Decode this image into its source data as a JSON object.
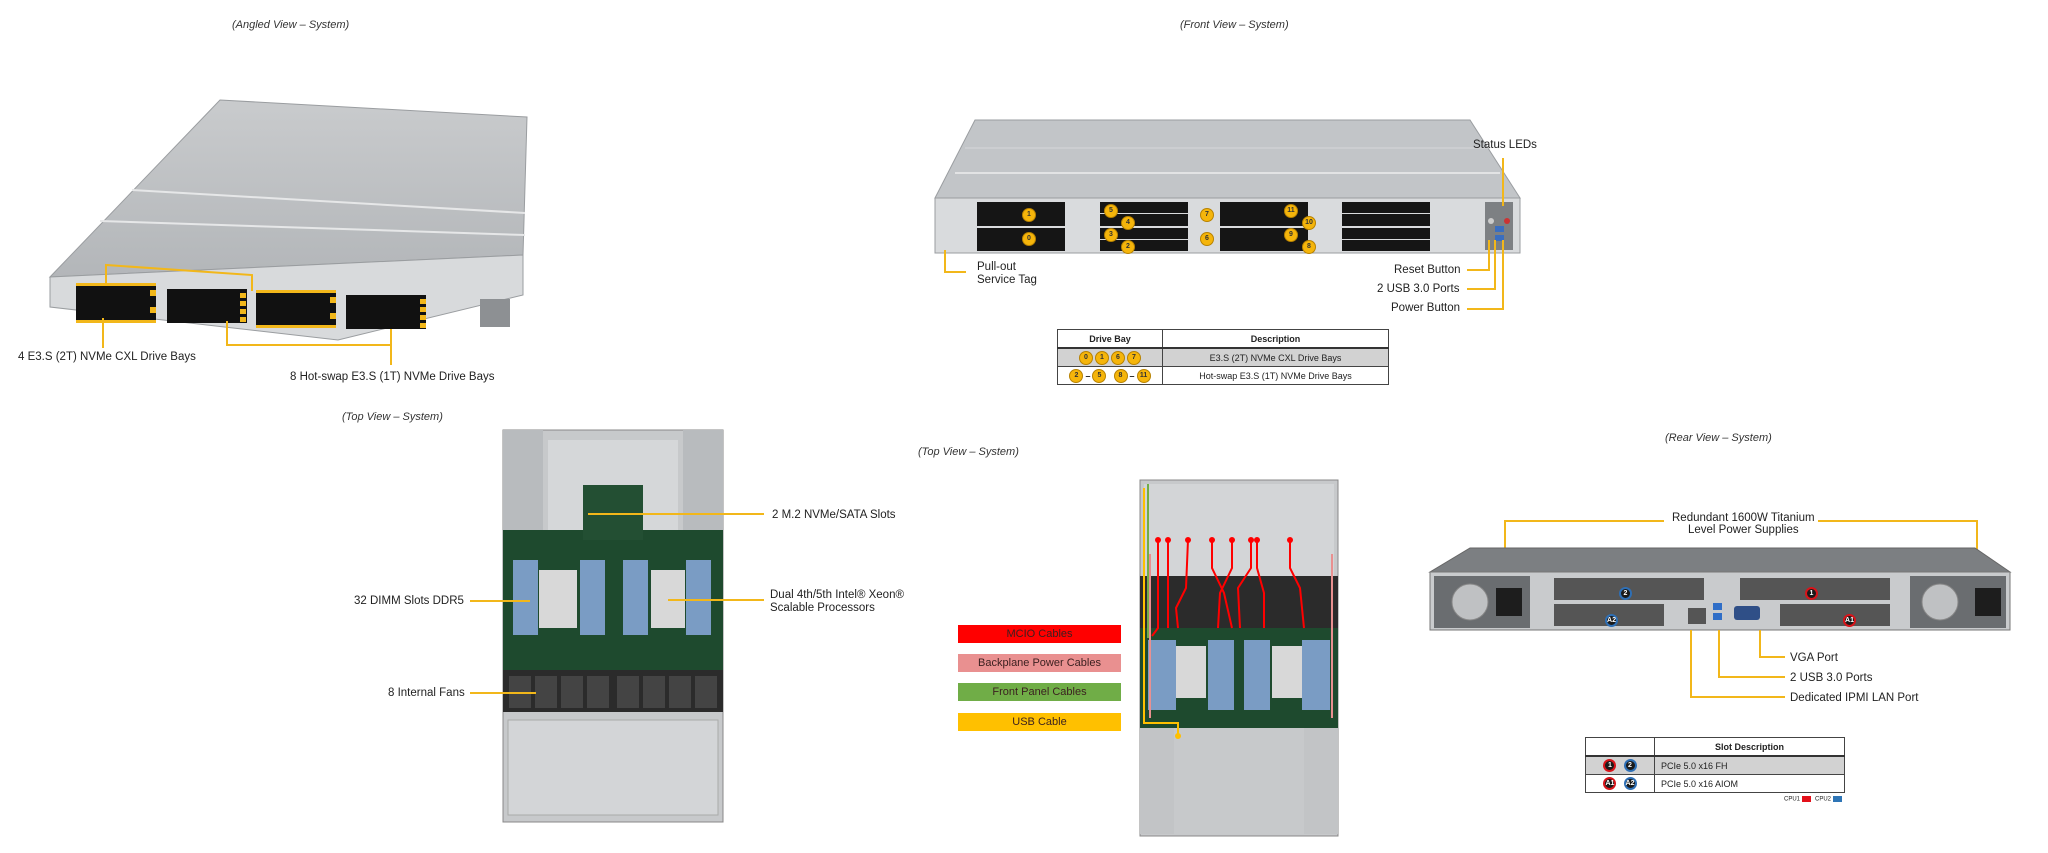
{
  "colors": {
    "leader": "#f2b71a",
    "mcio": "#ff0000",
    "backplane_power": "#e99090",
    "front_panel": "#70ad47",
    "usb": "#ffc000",
    "cpu1": "#e3101a",
    "cpu2": "#2e75b6",
    "drive_badge": "#f5b50b"
  },
  "angled_view": {
    "caption": "(Angled View – System)",
    "labels": {
      "cxl_bays": "4 E3.S (2T) NVMe CXL Drive Bays",
      "hotswap_bays": "8 Hot-swap E3.S (1T) NVMe Drive Bays"
    }
  },
  "front_view": {
    "caption": "(Front View – System)",
    "drive_numbers": [
      "1",
      "0",
      "5",
      "4",
      "3",
      "2",
      "7",
      "6",
      "11",
      "10",
      "9",
      "8"
    ],
    "labels": {
      "status_leds": "Status LEDs",
      "service_tag_line1": "Pull-out",
      "service_tag_line2": "Service Tag",
      "reset_button": "Reset Button",
      "usb_ports": "2 USB 3.0 Ports",
      "power_button": "Power Button"
    },
    "table": {
      "headers": [
        "Drive Bay",
        "Description"
      ],
      "rows": [
        {
          "bays": [
            "0",
            "1",
            "6",
            "7"
          ],
          "description": "E3.S (2T) NVMe CXL Drive Bays"
        },
        {
          "bays": [
            "2",
            "–",
            "5",
            "8",
            "–",
            "11"
          ],
          "description": "Hot-swap E3.S (1T) NVMe Drive Bays"
        }
      ]
    }
  },
  "top_view_left": {
    "caption": "(Top View – System)",
    "labels": {
      "m2_slots": "2 M.2 NVMe/SATA Slots",
      "dimm_slots": "32 DIMM Slots DDR5",
      "processors_line1": "Dual 4th/5th Intel® Xeon®",
      "processors_line2": "Scalable Processors",
      "fans": "8 Internal Fans"
    }
  },
  "top_view_cables": {
    "caption": "(Top View – System)",
    "legend": [
      {
        "label": "MCIO Cables",
        "color": "#ff0000"
      },
      {
        "label": "Backplane Power Cables",
        "color": "#e99090"
      },
      {
        "label": "Front Panel Cables",
        "color": "#70ad47"
      },
      {
        "label": "USB Cable",
        "color": "#ffc000"
      }
    ]
  },
  "rear_view": {
    "caption": "(Rear View – System)",
    "labels": {
      "psu_line1": "Redundant 1600W Titanium",
      "psu_line2": "Level Power Supplies",
      "vga": "VGA Port",
      "usb": "2 USB 3.0 Ports",
      "ipmi": "Dedicated IPMI LAN Port"
    },
    "slot_badges": [
      "2",
      "1",
      "A2",
      "A1"
    ],
    "table": {
      "headers": [
        "",
        "Slot Description"
      ],
      "rows": [
        {
          "slots": [
            "1",
            "2"
          ],
          "description": "PCIe 5.0 x16 FH"
        },
        {
          "slots": [
            "A1",
            "A2"
          ],
          "description": "PCIe 5.0 x16 AIOM"
        }
      ]
    },
    "cpu_key": {
      "cpu1": "CPU1",
      "cpu2": "CPU2"
    }
  }
}
